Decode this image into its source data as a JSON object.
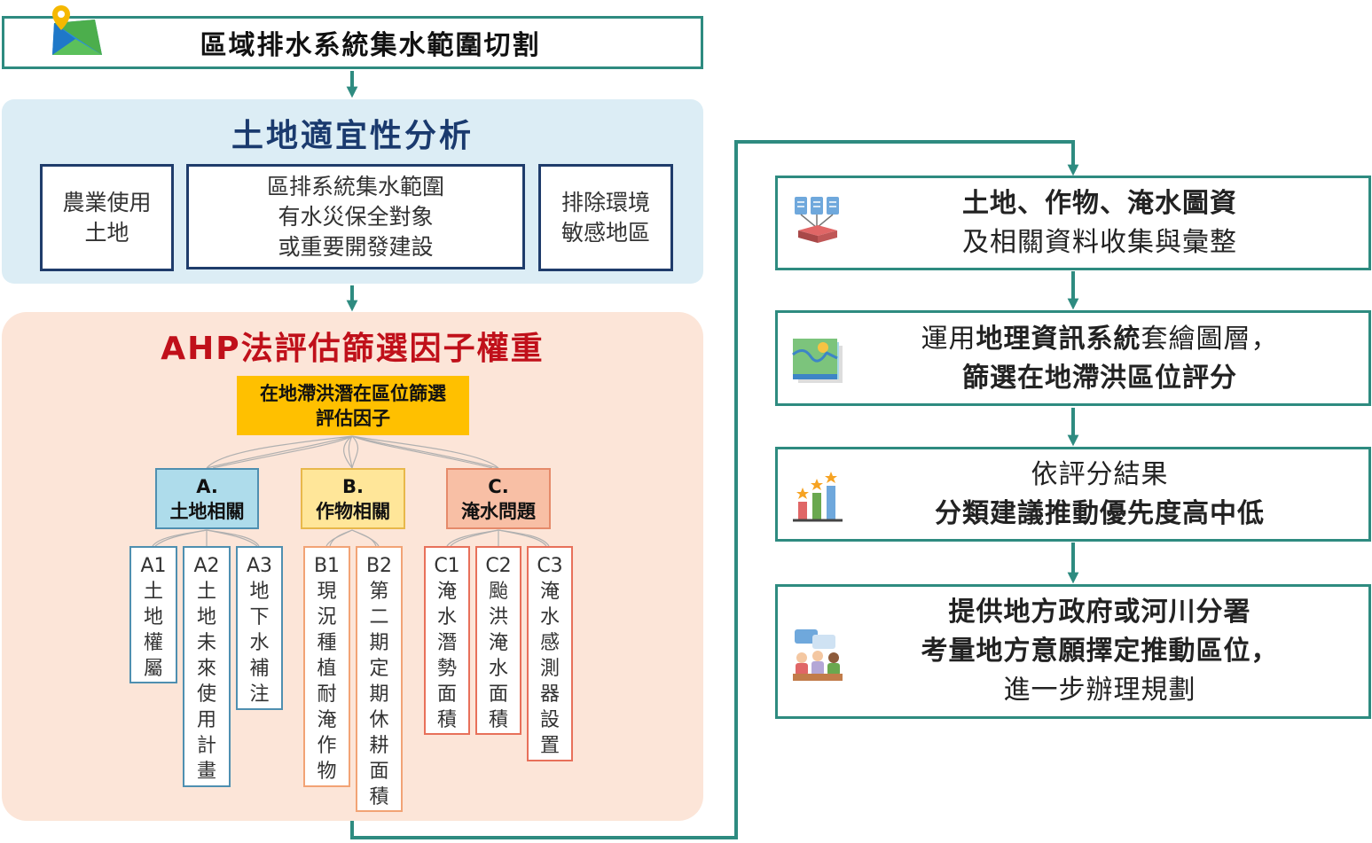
{
  "top": {
    "title": "區域排水系統集水範圍切割"
  },
  "land": {
    "title": "土地適宜性分析",
    "boxes": [
      {
        "lines": [
          "農業使用",
          "土地"
        ]
      },
      {
        "lines": [
          "區排系統集水範圍",
          "有水災保全對象",
          "或重要開發建設"
        ]
      },
      {
        "lines": [
          "排除環境",
          "敏感地區"
        ]
      }
    ]
  },
  "ahp": {
    "title": "AHP法評估篩選因子權重",
    "root": {
      "line1": "在地滯洪潛在區位篩選",
      "line2": "評估因子"
    },
    "categories": [
      {
        "letter": "A.",
        "label": "土地相關"
      },
      {
        "letter": "B.",
        "label": "作物相關"
      },
      {
        "letter": "C.",
        "label": "淹水問題"
      }
    ],
    "factors": [
      {
        "code": "A1",
        "text": "土地權屬"
      },
      {
        "code": "A2",
        "text": "土地未來使用計畫"
      },
      {
        "code": "A3",
        "text": "地下水補注"
      },
      {
        "code": "B1",
        "text": "現況種植耐淹作物"
      },
      {
        "code": "B2",
        "text": "第二期定期休耕面積"
      },
      {
        "code": "C1",
        "text": "淹水潛勢面積"
      },
      {
        "code": "C2",
        "text": "颱洪淹水面積"
      },
      {
        "code": "C3",
        "text": "淹水感測器設置"
      }
    ]
  },
  "steps": [
    {
      "icon": "database-icon",
      "line1_bold": "土地、作物、淹水圖資",
      "line2": "及相關資料收集與彙整"
    },
    {
      "icon": "map-layers-icon",
      "line1_pre": "運用",
      "line1_bold": "地理資訊系統",
      "line1_post": "套繪圖層，",
      "line2_bold": "篩選在地滯洪區位評分"
    },
    {
      "icon": "ranking-chart-icon",
      "line1": "依評分結果",
      "line2_bold": "分類建議推動優先度高中低"
    },
    {
      "icon": "meeting-icon",
      "line1_bold": "提供地方政府或河川分署",
      "line2_bold": "考量地方意願擇定推動區位，",
      "line3": "進一步辦理規劃"
    }
  ],
  "colors": {
    "arrow": "#2e8b80",
    "land_panel": "#dcedf5",
    "ahp_panel": "#fce5d8",
    "root": "#ffc000",
    "ahp_title": "#c0101a",
    "land_title": "#1a3a6e"
  }
}
